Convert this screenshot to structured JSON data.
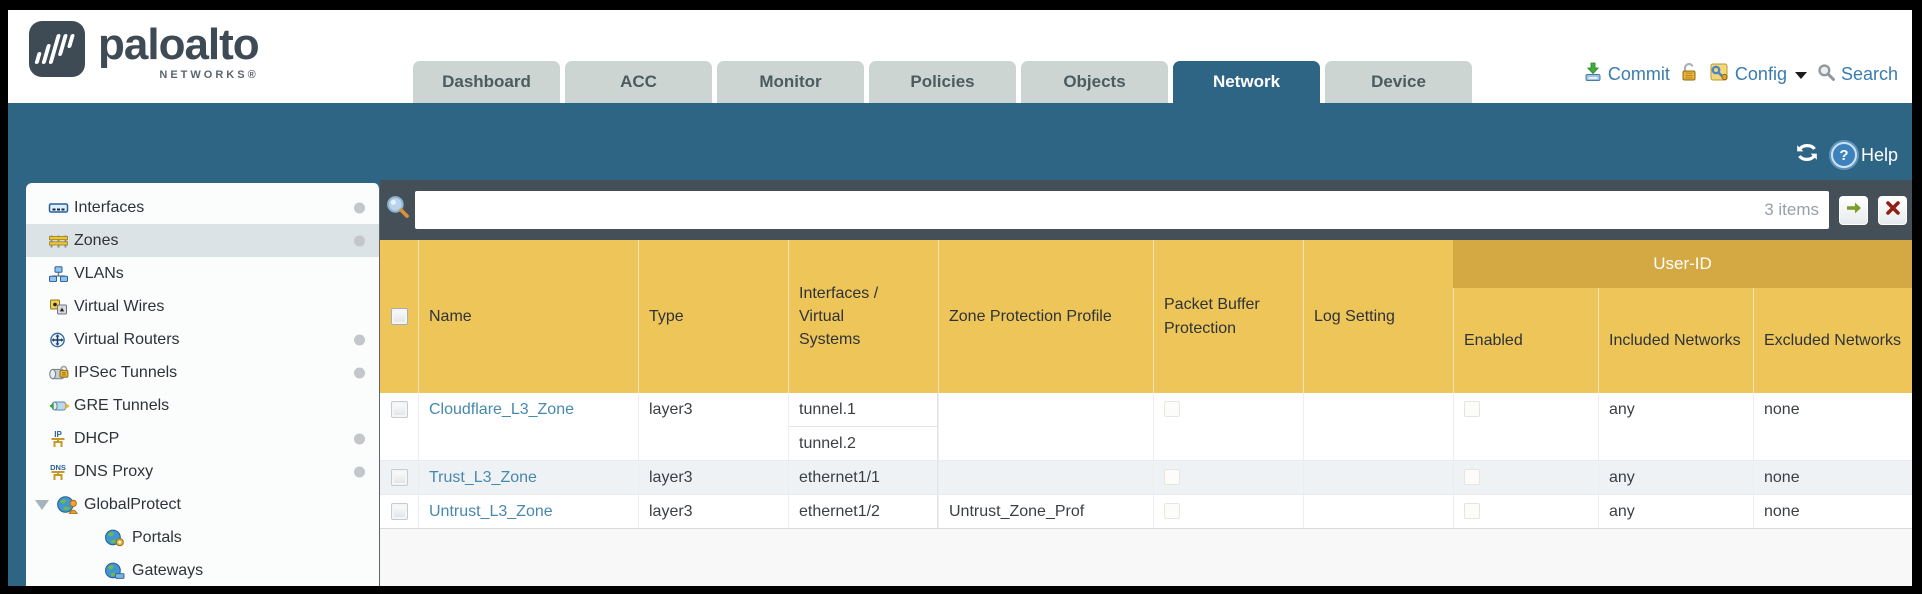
{
  "brand": {
    "name": "paloalto",
    "sub": "NETWORKS®"
  },
  "tabs": [
    {
      "label": "Dashboard",
      "active": false
    },
    {
      "label": "ACC",
      "active": false
    },
    {
      "label": "Monitor",
      "active": false
    },
    {
      "label": "Policies",
      "active": false
    },
    {
      "label": "Objects",
      "active": false
    },
    {
      "label": "Network",
      "active": true
    },
    {
      "label": "Device",
      "active": false
    }
  ],
  "top_actions": {
    "commit": "Commit",
    "config": "Config",
    "search": "Search"
  },
  "band": {
    "help": "Help"
  },
  "icons": {
    "help_glyph": "?",
    "dhcp_label": "IP",
    "dns_label": "DNS"
  },
  "sidebar": {
    "items": [
      {
        "label": "Interfaces",
        "dot": true,
        "selected": false
      },
      {
        "label": "Zones",
        "dot": true,
        "selected": true
      },
      {
        "label": "VLANs",
        "dot": false,
        "selected": false
      },
      {
        "label": "Virtual Wires",
        "dot": false,
        "selected": false
      },
      {
        "label": "Virtual Routers",
        "dot": true,
        "selected": false
      },
      {
        "label": "IPSec Tunnels",
        "dot": true,
        "selected": false
      },
      {
        "label": "GRE Tunnels",
        "dot": false,
        "selected": false
      },
      {
        "label": "DHCP",
        "dot": true,
        "selected": false
      },
      {
        "label": "DNS Proxy",
        "dot": true,
        "selected": false
      },
      {
        "label": "GlobalProtect",
        "dot": false,
        "selected": false,
        "expanded": true
      },
      {
        "label": "Portals",
        "dot": false,
        "selected": false,
        "child": true
      },
      {
        "label": "Gateways",
        "dot": false,
        "selected": false,
        "child": true
      }
    ]
  },
  "filterbar": {
    "value": "",
    "count": "3 items"
  },
  "table": {
    "group_header": "User-ID",
    "columns": {
      "name": "Name",
      "type": "Type",
      "interfaces": "Interfaces / Virtual Systems",
      "zpp": "Zone Protection Profile",
      "pbp": "Packet Buffer Protection",
      "log": "Log Setting",
      "enabled": "Enabled",
      "included": "Included Networks",
      "excluded": "Excluded Networks"
    },
    "rows": [
      {
        "name": "Cloudflare_L3_Zone",
        "type": "layer3",
        "interfaces": [
          "tunnel.1",
          "tunnel.2"
        ],
        "zpp": "",
        "log": "",
        "included": "any",
        "excluded": "none"
      },
      {
        "name": "Trust_L3_Zone",
        "type": "layer3",
        "interfaces": [
          "ethernet1/1"
        ],
        "zpp": "",
        "log": "",
        "included": "any",
        "excluded": "none"
      },
      {
        "name": "Untrust_L3_Zone",
        "type": "layer3",
        "interfaces": [
          "ethernet1/2"
        ],
        "zpp": "Untrust_Zone_Prof",
        "log": "",
        "included": "any",
        "excluded": "none"
      }
    ]
  },
  "colors": {
    "teal": "#2e6585",
    "slate": "#454f58",
    "gold": "#edc558",
    "gold_dark": "#d4a943",
    "link": "#4789ac",
    "tab_bg": "#ccd5d2",
    "stripe": "#eff2f5",
    "selected_nav": "#dce3e6"
  }
}
